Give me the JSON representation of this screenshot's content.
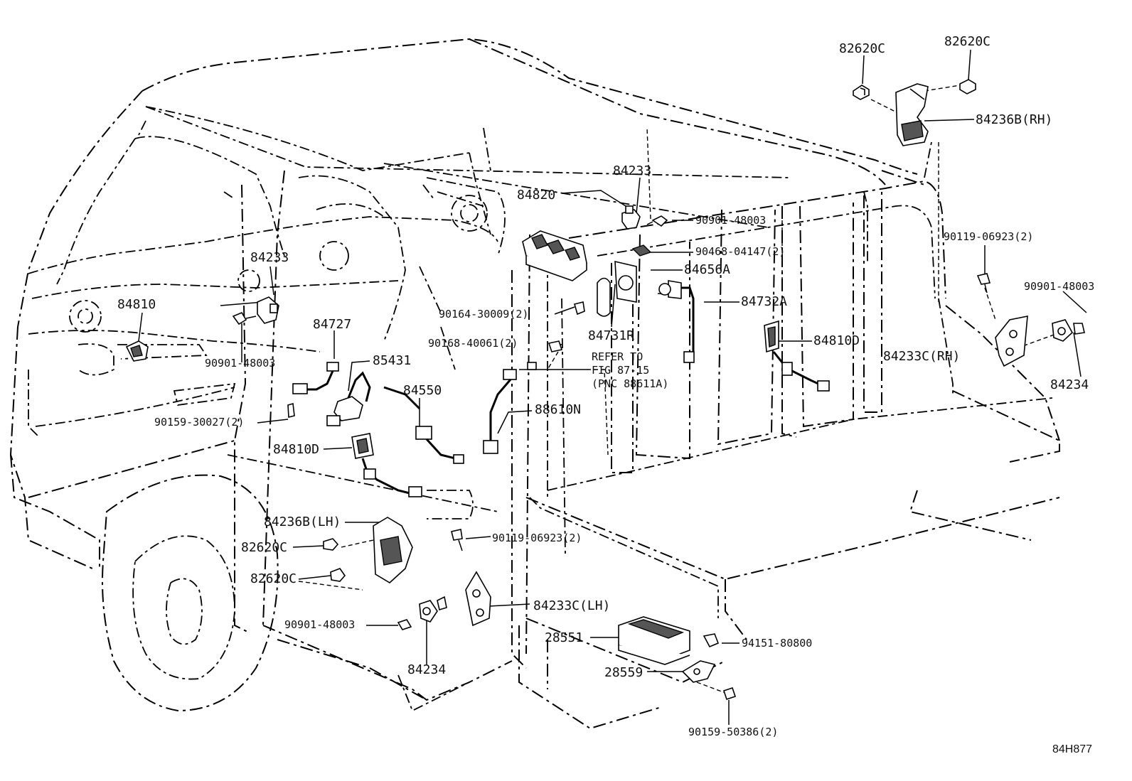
{
  "diagram": {
    "callouts": {
      "c1": "82620C",
      "c2": "82620C",
      "c3": "84236B(RH)",
      "c4": "84233",
      "c5": "84820",
      "c6": "90901-48003",
      "c7": "90468-04147(2)",
      "c8": "84656A",
      "c9": "84732A",
      "c10": "84731R",
      "c11": "90119-06923(2)",
      "c12": "90901-48003",
      "c13": "84810D",
      "c14": "84233C(RH)",
      "c15": "84234",
      "c16": "84233",
      "c17": "84810",
      "c18": "84727",
      "c19": "90901-48003",
      "c20": "85431",
      "c21": "90164-30009(2)",
      "c22": "90168-40061(2)",
      "c23": "84550",
      "c24": "88610N",
      "c25": "90159-30027(2)",
      "c26": "84810D",
      "c27": "84236B(LH)",
      "c28": "82620C",
      "c29": "82620C",
      "c30": "90119-06923(2)",
      "c31": "84233C(LH)",
      "c32": "90901-48003",
      "c33": "84234",
      "c34": "28551",
      "c35": "94151-80800",
      "c36": "28559",
      "c37": "90159-50386(2)"
    },
    "refer_note": {
      "line1": "REFER TO",
      "line2": "FIG 87-15",
      "line3": "(PNC 88611A)"
    },
    "figure_id": "84H877"
  }
}
